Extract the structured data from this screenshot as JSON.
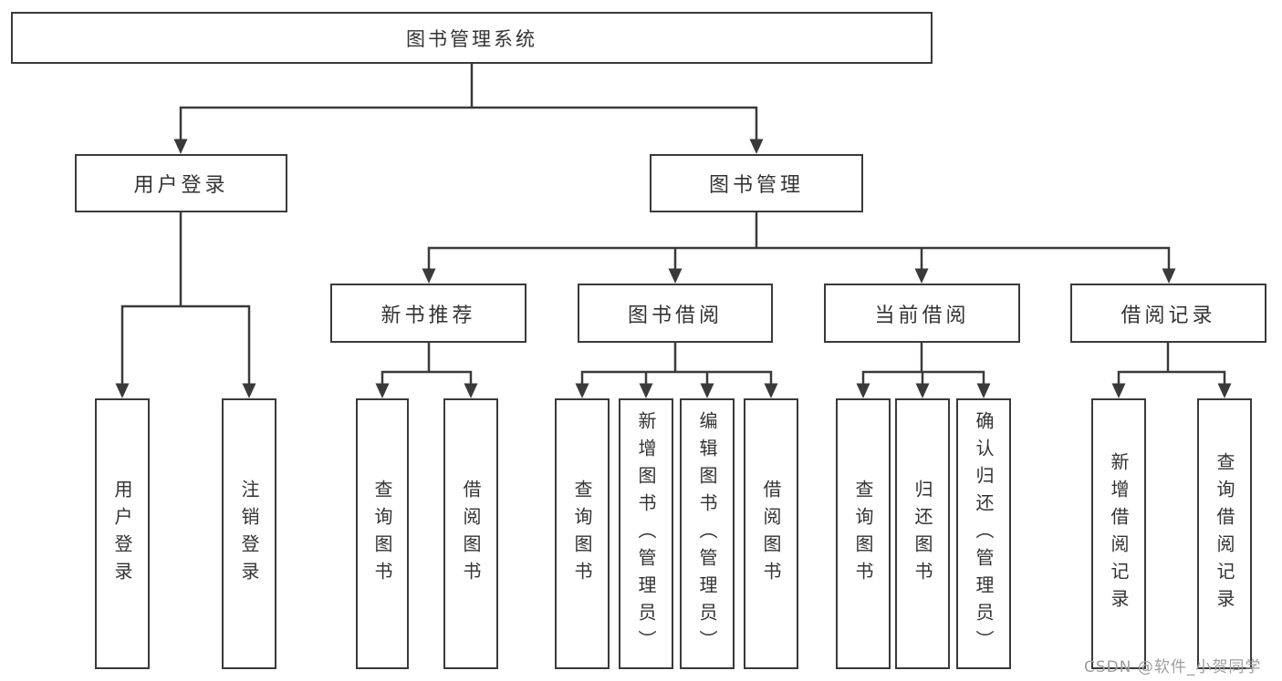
{
  "colors": {
    "line": "#3a3a3a",
    "border": "#3a3a3a",
    "text": "#333333",
    "bg": "#ffffff",
    "watermark": "#9e9e9e"
  },
  "tree": {
    "root": {
      "label": "图书管理系统"
    },
    "branches": [
      {
        "label": "用户登录",
        "leaves": [
          {
            "label": "用户登录"
          },
          {
            "label": "注销登录"
          }
        ]
      },
      {
        "label": "图书管理",
        "groups": [
          {
            "label": "新书推荐",
            "leaves": [
              {
                "label": "查询图书"
              },
              {
                "label": "借阅图书"
              }
            ]
          },
          {
            "label": "图书借阅",
            "leaves": [
              {
                "label": "查询图书"
              },
              {
                "label": "新增图书（管理员）"
              },
              {
                "label": "编辑图书（管理员）"
              },
              {
                "label": "借阅图书"
              }
            ]
          },
          {
            "label": "当前借阅",
            "leaves": [
              {
                "label": "查询图书"
              },
              {
                "label": "归还图书"
              },
              {
                "label": "确认归还（管理员）"
              }
            ]
          },
          {
            "label": "借阅记录",
            "leaves": [
              {
                "label": "新增借阅记录"
              },
              {
                "label": "查询借阅记录"
              }
            ]
          }
        ]
      }
    ]
  },
  "watermark": {
    "text": "CSDN @软件_小贺同学"
  }
}
